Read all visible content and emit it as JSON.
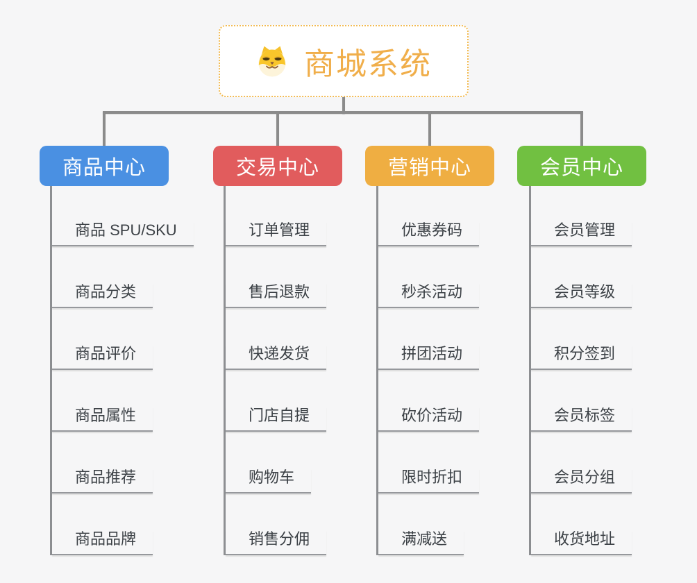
{
  "root": {
    "title": "商城系统",
    "accent_color": "#f0ae4a",
    "border_color": "#f3bb52",
    "icon": "dog-face-icon"
  },
  "connector_color": "#8b8b8b",
  "background_color": "#f6f6f7",
  "branches": [
    {
      "label": "商品中心",
      "color": "#4a90e2",
      "items": [
        "商品 SPU/SKU",
        "商品分类",
        "商品评价",
        "商品属性",
        "商品推荐",
        "商品品牌"
      ]
    },
    {
      "label": "交易中心",
      "color": "#e15c5d",
      "items": [
        "订单管理",
        "售后退款",
        "快递发货",
        "门店自提",
        "购物车",
        "销售分佣"
      ]
    },
    {
      "label": "营销中心",
      "color": "#efae42",
      "items": [
        "优惠券码",
        "秒杀活动",
        "拼团活动",
        "砍价活动",
        "限时折扣",
        "满减送"
      ]
    },
    {
      "label": "会员中心",
      "color": "#71c041",
      "items": [
        "会员管理",
        "会员等级",
        "积分签到",
        "会员标签",
        "会员分组",
        "收货地址"
      ]
    }
  ]
}
